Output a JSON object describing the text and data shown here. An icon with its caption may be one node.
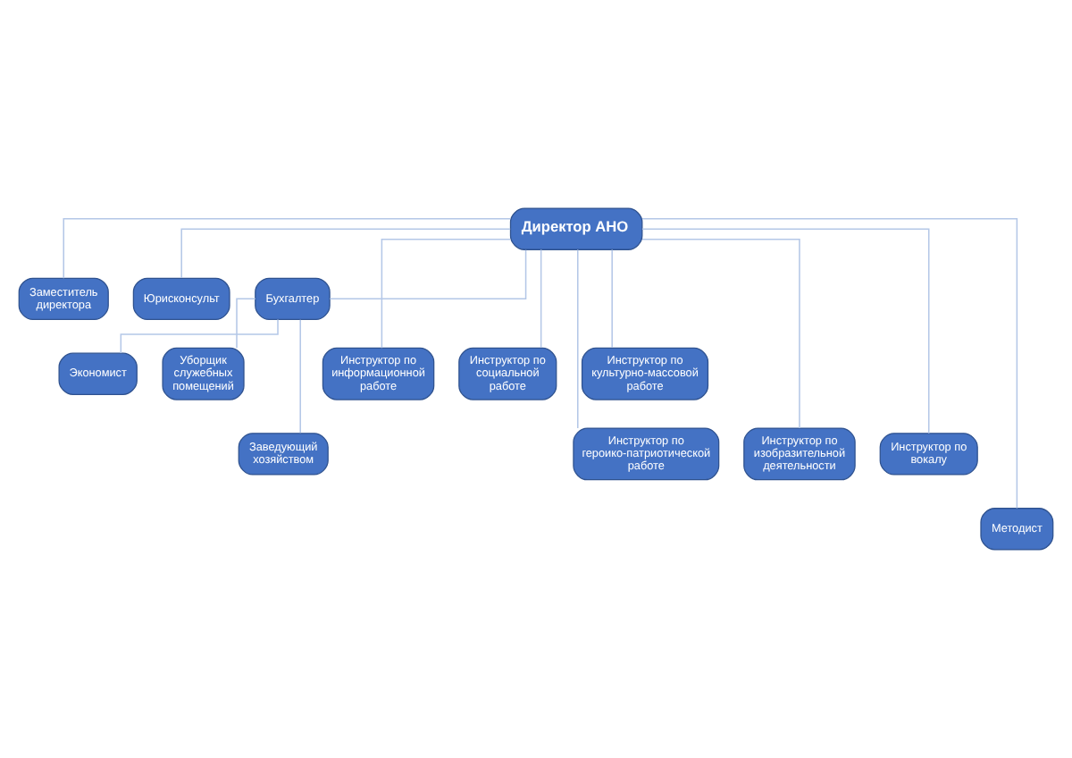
{
  "diagram": {
    "nodes": [
      {
        "text": [
          "Директор АНО"
        ]
      },
      {
        "text": [
          "Заместитель директора"
        ]
      },
      {
        "text": [
          "Юрисконсульт"
        ]
      },
      {
        "text": [
          "Бухгалтер"
        ]
      },
      {
        "text": [
          "Инструктор по информационной работе"
        ]
      },
      {
        "text": [
          "Инструктор по социальной работе"
        ]
      },
      {
        "text": [
          "Инструктор по культурно-массовой работе"
        ]
      },
      {
        "text": [
          "Экономист"
        ]
      },
      {
        "text": [
          "Уборщик служебных помещений"
        ]
      },
      {
        "text": [
          "Заведующий хозяйством"
        ]
      },
      {
        "text": [
          "Инструктор по героико-патриотической работе"
        ]
      },
      {
        "text": [
          "Инструктор по изобразительной деятельности"
        ]
      },
      {
        "text": [
          "Инструктор по вокалу"
        ]
      },
      {
        "text": [
          "Методист"
        ]
      }
    ],
    "edges": [
      {
        "from": 0,
        "to": 1,
        "arrow": "none"
      },
      {
        "from": 0,
        "to": 2,
        "arrow": "none"
      },
      {
        "from": 0,
        "to": 3,
        "arrow": "none"
      },
      {
        "from": 0,
        "to": 4,
        "arrow": "none"
      },
      {
        "from": 0,
        "to": 5,
        "arrow": "none"
      },
      {
        "from": 0,
        "to": 6,
        "arrow": "none"
      },
      {
        "from": 3,
        "to": 7,
        "arrow": "none"
      },
      {
        "from": 3,
        "to": 8,
        "arrow": "none"
      },
      {
        "from": 3,
        "to": 9,
        "arrow": "none"
      },
      {
        "from": 0,
        "to": 10,
        "arrow": "none"
      },
      {
        "from": 0,
        "to": 11,
        "arrow": "none"
      },
      {
        "from": 0,
        "to": 12,
        "arrow": "none"
      },
      {
        "from": 0,
        "to": 13,
        "arrow": "none"
      }
    ]
  }
}
